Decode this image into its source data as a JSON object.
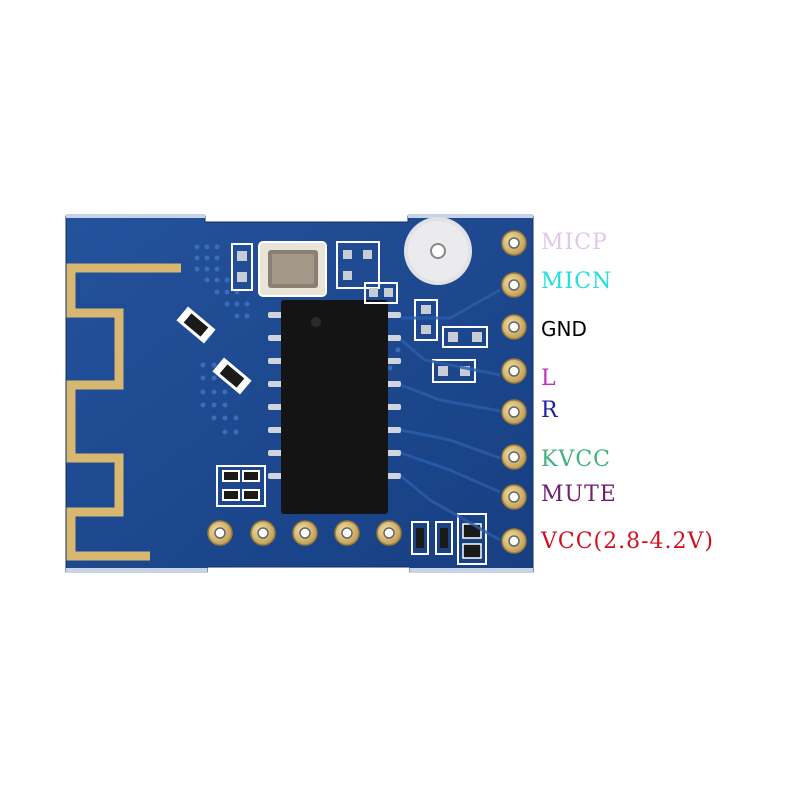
{
  "image": {
    "subject": "bluetooth-audio-module-board",
    "board_color": "#1e4d96",
    "pins": [
      {
        "label": "MICP",
        "color": "#e0c8e8"
      },
      {
        "label": "MICN",
        "color": "#20e0e0"
      },
      {
        "label": "GND",
        "color": "#000000"
      },
      {
        "label": "L",
        "color": "#c030c0"
      },
      {
        "label": "R",
        "color": "#2020a0"
      },
      {
        "label": "KVCC",
        "color": "#40b080"
      },
      {
        "label": "MUTE",
        "color": "#702070"
      },
      {
        "label": "VCC(2.8-4.2V)",
        "color": "#d01020"
      }
    ]
  }
}
